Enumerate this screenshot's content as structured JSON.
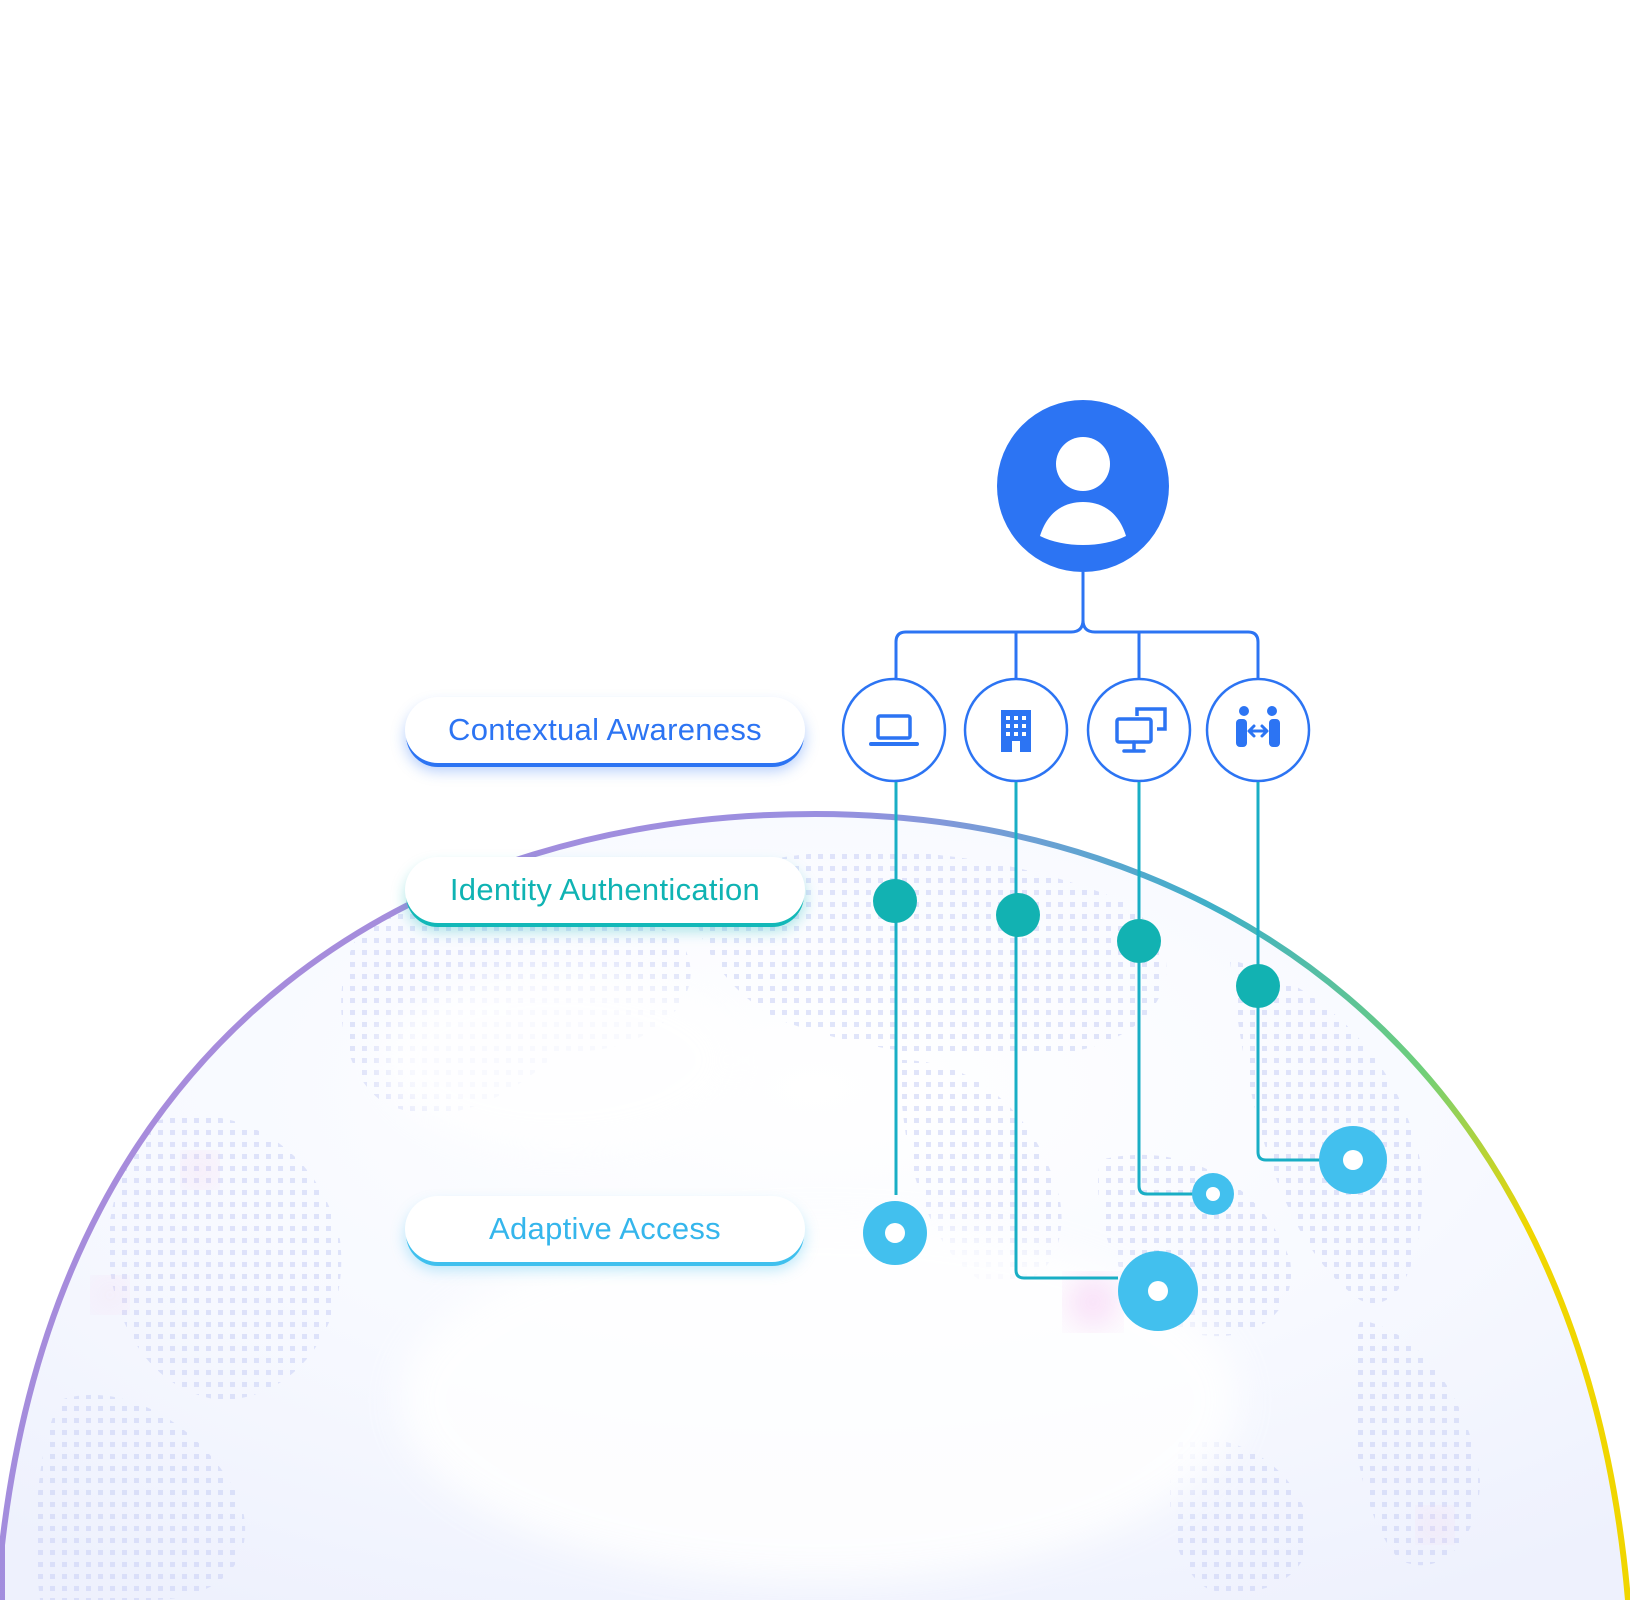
{
  "labels": {
    "contextual_awareness": "Contextual Awareness",
    "identity_authentication": "Identity Authentication",
    "adaptive_access": "Adaptive Access"
  },
  "icons": {
    "user": "user-avatar-icon",
    "context_nodes": [
      "laptop-icon",
      "building-icon",
      "multi-monitor-icon",
      "people-exchange-icon"
    ]
  },
  "colors": {
    "blue": "#2c74f3",
    "teal": "#12b2b2",
    "sky": "#42c0ee",
    "globe_gradient": [
      "#a985dc",
      "#6b8ee0",
      "#2fb6bd",
      "#6fcf7a",
      "#f2d400"
    ]
  }
}
